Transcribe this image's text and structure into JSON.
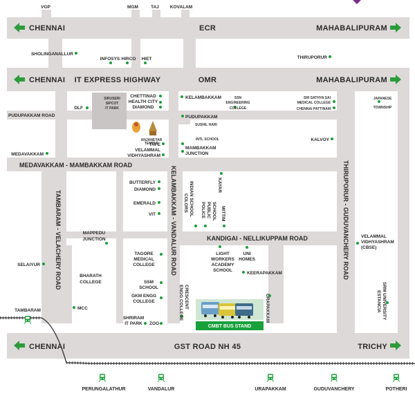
{
  "colors": {
    "road": "#ddd9d8",
    "dot": "#1a9f3b",
    "arrow": "#2e9b3b",
    "label": "#2a2a2a",
    "station": "#1a9f3b",
    "bus_stand_bg": "#18a13b"
  },
  "top_labels": [
    "VGP",
    "MGM",
    "TAJ",
    "KOVALAM"
  ],
  "highways": {
    "ecr": {
      "left": "CHENNAI",
      "center": "ECR",
      "right": "MAHABALIPURAM"
    },
    "omr": {
      "left": "CHENNAI",
      "center_left": "IT EXPRESS HIGHWAY",
      "center": "OMR",
      "right": "MAHABALIPURAM"
    },
    "gst": {
      "left": "CHENNAI",
      "center": "GST ROAD NH 45",
      "right": "TRICHY"
    }
  },
  "roads": {
    "pudupakkam": "PUDUPAKKAM ROAD",
    "medavakkam_mambakkam": "MEDAVAKKAM - MAMBAKKAM ROAD",
    "tambaram_velachery": "TAMBARAM - VELACHERY ROAD",
    "kelambakkam_vandalur": "KELAMBAKKAM - VANDALUR ROAD",
    "thiruporur_guduvanchery": "THIRUPORUR - GUDUVANCHERY ROAD",
    "kandigai_nellikuppam": "KANDIGAI - NELLIKUPPAM ROAD"
  },
  "landmarks": {
    "sholinganallur": "SHOLINGANALLUR",
    "infosys": "INFOSYS",
    "hirco": "HIRCO",
    "hiet": "HIET",
    "thiruporur": "THIRUPORUR",
    "dlf": "DLF",
    "siruseri_1": "SIRUSERI",
    "siruseri_2": "SIPCOT",
    "siruseri_3": "IT PARK",
    "chettinad_1": "CHETTINAD",
    "chettinad_2": "HEALTH CITY",
    "chettinad_3": "DIAMOND",
    "kelambakkam": "KELAMBAKKAM",
    "ssn_1": "SSN",
    "ssn_2": "ENGINEERING",
    "ssn_3": "COLLEGE",
    "sathya_sai_1": "SRI SATHYA SAI",
    "sathya_sai_2": "MEDICAL COLLEGE",
    "chennai_pattinam": "CHENNAI PATTINAM",
    "japanese_1": "JAPANESE",
    "japanese_2": "TOWNSHIP",
    "pudupakkam": "PUDUPAKKAM",
    "sushil_hari": "SUSHIL HARI",
    "intl_school": "INTL SCHOOL",
    "anjaneyar_1": "ANJANEYAR",
    "anjaneyar_2": "TEMPLE",
    "tafe": "TAFE",
    "velammal_1": "VELAMMAL",
    "velammal_2": "VIDHYASHRAM",
    "mambakkam_1": "MAMBAKKAM",
    "mambakkam_2": "JUNCTION",
    "kalvoy": "KALVOY",
    "medavakkam": "MEDAVAKKAM",
    "butterfly": "BUTTERFLY",
    "diamond": "DIAMOND",
    "emerald": "EMERALD",
    "vit": "VIT",
    "indian_school_1": "INDIAN SCHOOL",
    "indian_school_2": "COLORS",
    "police_1": "POLICE",
    "police_2": "PUBLIC",
    "police_3": "SCHOOL",
    "kayar": "KAYAR",
    "mittim": "MITTIM",
    "mappedu_1": "MAPPEDU",
    "mappedu_2": "JUNCTION",
    "velammal_cbse_1": "VELAMMAL",
    "velammal_cbse_2": "VIDHYASHRAM",
    "velammal_cbse_3": "(CBSE)",
    "selaiyur": "SELAIYUR",
    "bharath_1": "BHARATH",
    "bharath_2": "COLLEGE",
    "tagore_1": "TAGORE",
    "tagore_2": "MEDICAL",
    "tagore_3": "COLLEGE",
    "light_1": "LIGHT",
    "light_2": "WORKERS",
    "light_3": "ACADEMY",
    "light_4": "SCHOOL",
    "uni_1": "UNI",
    "uni_2": "HOMES",
    "keerapakkam": "KEERAPAKKAM",
    "ssm_1": "SSM",
    "ssm_2": "SCHOOL",
    "gkm_1": "GKM ENGG",
    "gkm_2": "COLLEGE",
    "mcc": "MCC",
    "crescent_1": "CRESCENT",
    "crescent_2": "ENGG COLLEGE",
    "urapakkam_v": "URAPAKKAM",
    "srm_1": "SRM UNIVERSITY",
    "srm_2": "ESTANCIA",
    "shriram_1": "SHRIRAM",
    "shriram_2": "IT PARK",
    "zoo": "ZOO",
    "tambaram": "TAMBARAM",
    "bus_stand": "CMBT BUS STAND"
  },
  "stations": [
    "PERUNGALATHUR",
    "VANDALUR",
    "URAPAKKAM",
    "GUDUVANCHERY",
    "POTHERI"
  ]
}
